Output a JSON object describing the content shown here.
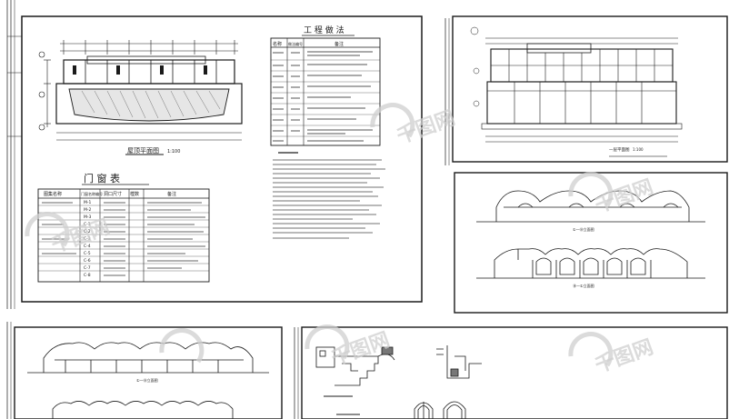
{
  "colors": {
    "paper": "#ffffff",
    "ink": "#1a1a1a",
    "hatch": "#555555",
    "watermark": "#cfcfcf"
  },
  "watermark": {
    "text": "千图网",
    "icon": "watermark-logo-icon"
  },
  "sheet1": {
    "plan_caption": "屋顶平面图",
    "plan_scale": "1:100",
    "door_window_table": {
      "title": "门 窗 表",
      "headers": [
        "图集名称",
        "门窗名称编号",
        "洞口尺寸",
        "樘数",
        "备注"
      ],
      "codes": [
        "M-1",
        "M-2",
        "M-3",
        "C-1",
        "C-2",
        "C-3",
        "C-4",
        "C-5",
        "C-6",
        "C-7",
        "C-8"
      ]
    },
    "materials_table": {
      "title": "工 程 做 法",
      "headers": [
        "名称",
        "做法编号",
        "备注"
      ]
    }
  },
  "sheet2": {
    "plan_caption": "一层平面图",
    "plan_scale": "1:100"
  },
  "sheet3": {
    "elevation_caption_1": "①—⑱立面图",
    "elevation_caption_2": "⑱—①立面图"
  },
  "sheet4": {
    "elevation_caption_1": "①—⑱立面图"
  }
}
